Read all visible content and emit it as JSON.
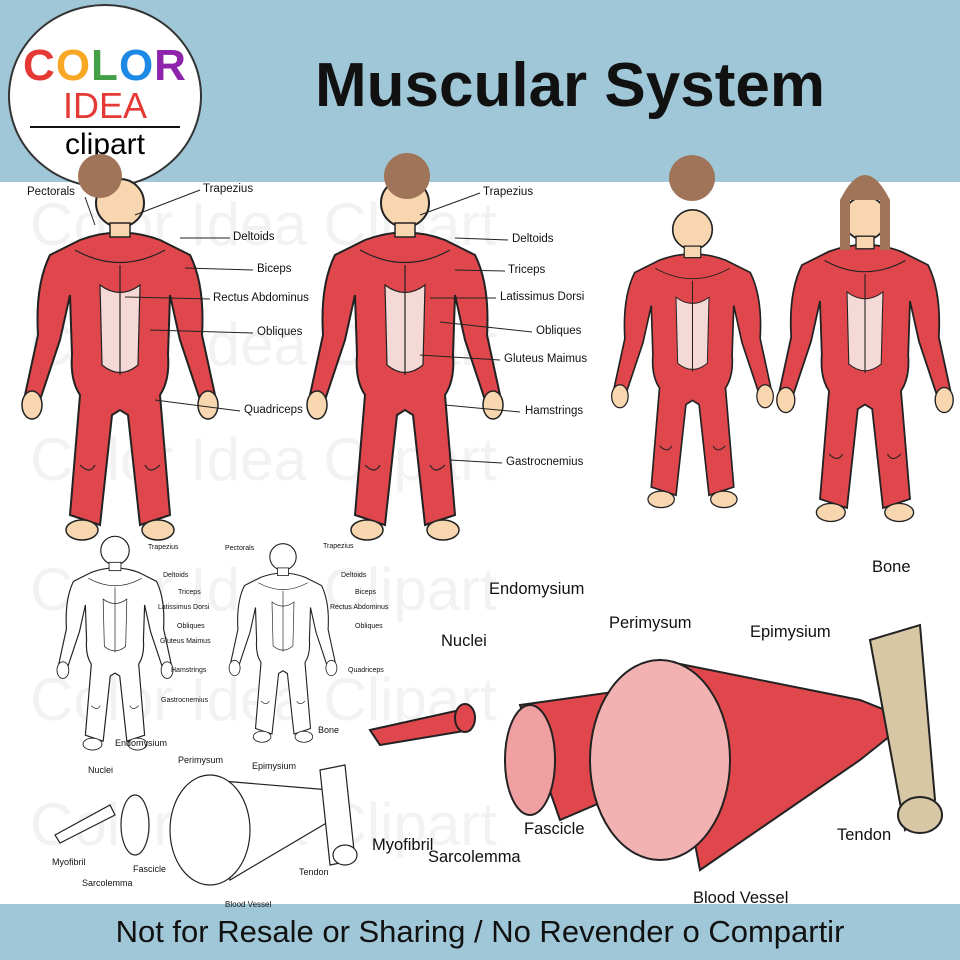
{
  "logo": {
    "word1": "COLOR",
    "word2": "IDEA",
    "word3": "clipart",
    "letter_colors": [
      "#e53935",
      "#f9a825",
      "#43a047",
      "#1e88e5",
      "#8e24aa"
    ]
  },
  "title": "Muscular System",
  "watermark": "Color Idea Clipart",
  "footer": "Not for Resale or Sharing / No Revender o Compartir",
  "colors": {
    "band": "#9fc7d7",
    "muscle": "#e0474c",
    "skin": "#f8d7b0",
    "hair": "#a07458"
  },
  "male_front_labels": [
    "Pectorals",
    "Trapezius",
    "Deltoids",
    "Biceps",
    "Rectus Abdominus",
    "Obliques",
    "Quadriceps"
  ],
  "male_back_labels": [
    "Trapezius",
    "Deltoids",
    "Triceps",
    "Latissimus Dorsi",
    "Obliques",
    "Gluteus Maimus",
    "Hamstrings",
    "Gastrocnemius"
  ],
  "small_back_labels": [
    "Trapezius",
    "Deltoids",
    "Triceps",
    "Latissimus Dorsi",
    "Obliques",
    "Gluteus Maimus",
    "Hamstrings",
    "Gastrocnemius"
  ],
  "small_front_labels": [
    "Pectorals",
    "Trapezius",
    "Deltoids",
    "Biceps",
    "Rectus Abdominus",
    "Obliques",
    "Quadriceps"
  ],
  "fiber_labels": [
    "Endomysium",
    "Nuclei",
    "Perimysum",
    "Epimysium",
    "Bone",
    "Myofibril",
    "Sarcolemma",
    "Fascicle",
    "Tendon",
    "Blood Vessel"
  ]
}
